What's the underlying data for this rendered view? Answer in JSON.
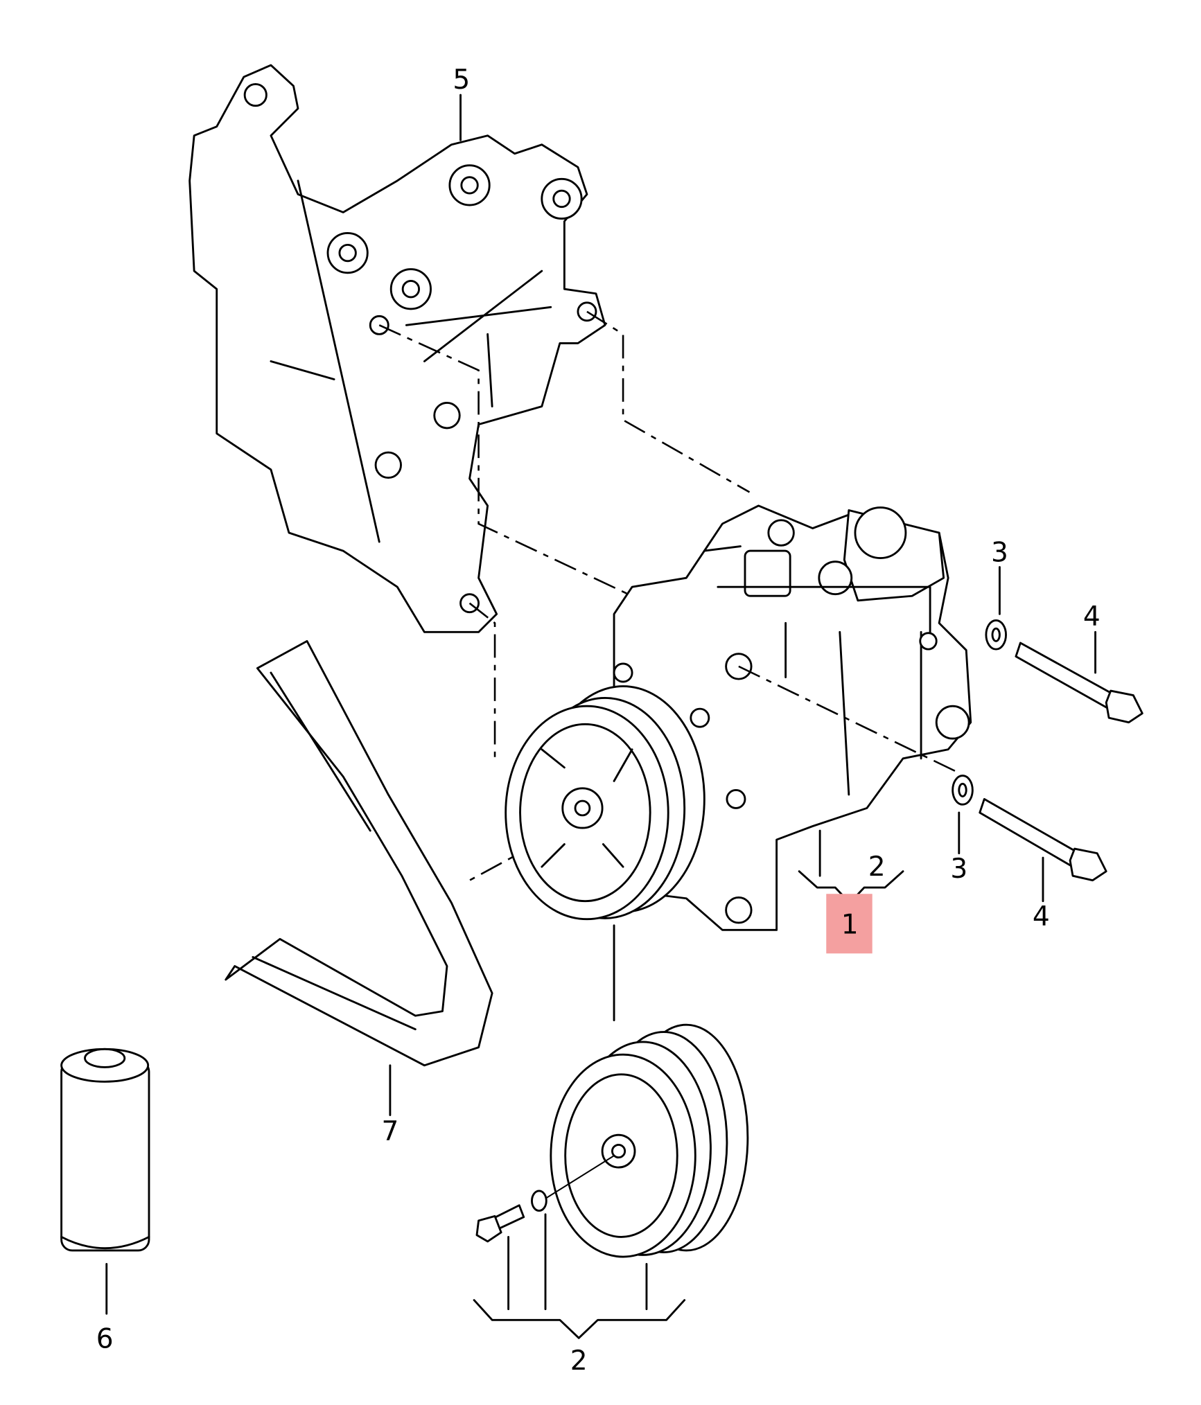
{
  "diagram": {
    "title": "A/C compressor exploded parts diagram",
    "highlight_color": "#f4a0a0",
    "callouts": [
      {
        "id": "callout-5-bracket",
        "text": "5"
      },
      {
        "id": "callout-3-upper-washer",
        "text": "3"
      },
      {
        "id": "callout-4-upper-bolt",
        "text": "4"
      },
      {
        "id": "callout-2-compressor-group",
        "text": "2"
      },
      {
        "id": "callout-1-compressor",
        "text": "1",
        "highlighted": true
      },
      {
        "id": "callout-3-lower-washer",
        "text": "3"
      },
      {
        "id": "callout-4-lower-bolt",
        "text": "4"
      },
      {
        "id": "callout-7-belt",
        "text": "7"
      },
      {
        "id": "callout-6-oil-can",
        "text": "6"
      },
      {
        "id": "callout-2-pulley-group",
        "text": "2"
      }
    ]
  }
}
